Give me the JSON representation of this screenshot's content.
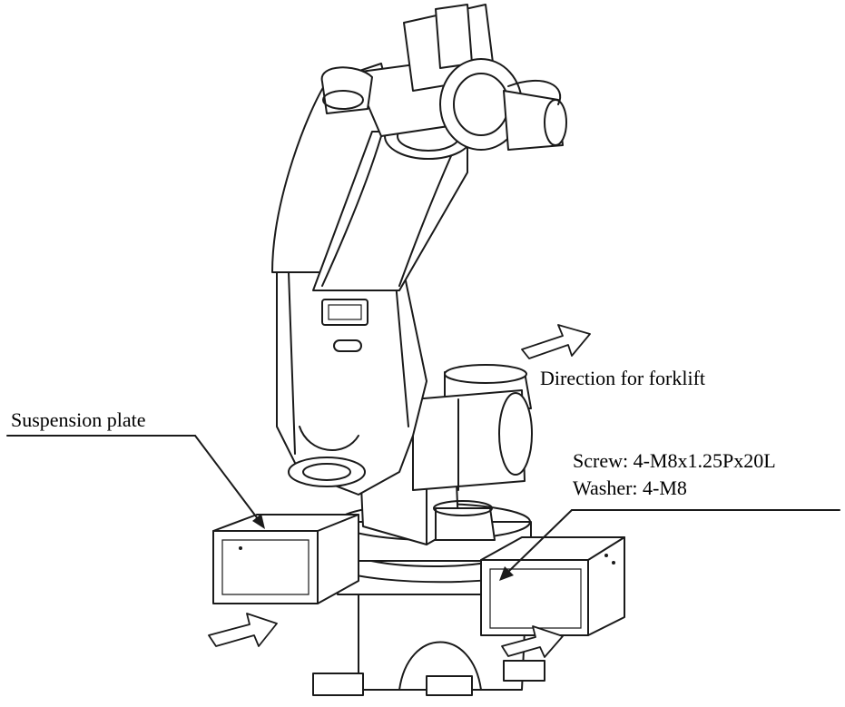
{
  "labels": {
    "suspension_plate": "Suspension plate",
    "forklift_direction": "Direction for forklift",
    "screw": "Screw: 4-M8x1.25Px20L",
    "washer": "Washer: 4-M8"
  },
  "icons": {
    "robot": "industrial-robot-arm-line-drawing",
    "arrows": "forklift-direction-arrow"
  },
  "colors": {
    "line": "#1a1a1a",
    "background": "#ffffff"
  }
}
